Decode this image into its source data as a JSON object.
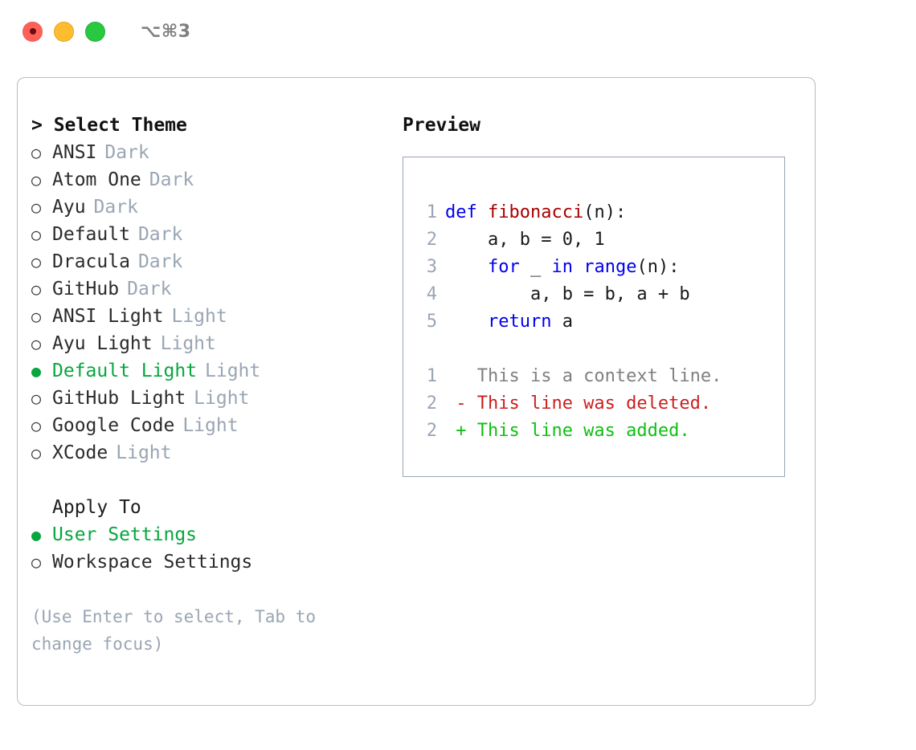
{
  "titlebar": {
    "shortcut": "⌥⌘3",
    "lights": [
      {
        "name": "close",
        "color": "#ff6059"
      },
      {
        "name": "minimize",
        "color": "#febc2e"
      },
      {
        "name": "maximize",
        "color": "#28c840"
      }
    ]
  },
  "theme_panel": {
    "title": "> Select Theme",
    "items": [
      {
        "bullet": "○",
        "label": "ANSI",
        "tag": "Dark",
        "selected": false
      },
      {
        "bullet": "○",
        "label": "Atom One",
        "tag": "Dark",
        "selected": false
      },
      {
        "bullet": "○",
        "label": "Ayu",
        "tag": "Dark",
        "selected": false
      },
      {
        "bullet": "○",
        "label": "Default",
        "tag": "Dark",
        "selected": false
      },
      {
        "bullet": "○",
        "label": "Dracula",
        "tag": "Dark",
        "selected": false
      },
      {
        "bullet": "○",
        "label": "GitHub",
        "tag": "Dark",
        "selected": false
      },
      {
        "bullet": "○",
        "label": "ANSI Light",
        "tag": "Light",
        "selected": false
      },
      {
        "bullet": "○",
        "label": "Ayu Light",
        "tag": "Light",
        "selected": false
      },
      {
        "bullet": "●",
        "label": "Default Light",
        "tag": "Light",
        "selected": true
      },
      {
        "bullet": "○",
        "label": "GitHub Light",
        "tag": "Light",
        "selected": false
      },
      {
        "bullet": "○",
        "label": "Google Code",
        "tag": "Light",
        "selected": false
      },
      {
        "bullet": "○",
        "label": "XCode",
        "tag": "Light",
        "selected": false
      }
    ]
  },
  "apply_to": {
    "title": "Apply To",
    "options": [
      {
        "bullet": "●",
        "label": "User Settings",
        "selected": true
      },
      {
        "bullet": "○",
        "label": "Workspace Settings",
        "selected": false
      }
    ]
  },
  "hint": "(Use Enter to select, Tab to change focus)",
  "preview": {
    "title": "Preview",
    "code_lines": [
      {
        "number": "1",
        "tokens": [
          {
            "text": "def ",
            "type": "kw"
          },
          {
            "text": "fibonacci",
            "type": "fn"
          },
          {
            "text": "(n):",
            "type": "pl"
          }
        ]
      },
      {
        "number": "2",
        "tokens": [
          {
            "text": "    a, b = 0, 1",
            "type": "pl"
          }
        ]
      },
      {
        "number": "3",
        "tokens": [
          {
            "text": "    ",
            "type": "pl"
          },
          {
            "text": "for",
            "type": "kw"
          },
          {
            "text": " _ ",
            "type": "pl"
          },
          {
            "text": "in",
            "type": "kw"
          },
          {
            "text": " ",
            "type": "pl"
          },
          {
            "text": "range",
            "type": "kw"
          },
          {
            "text": "(n):",
            "type": "pl"
          }
        ]
      },
      {
        "number": "4",
        "tokens": [
          {
            "text": "        a, b = b, a + b",
            "type": "pl"
          }
        ]
      },
      {
        "number": "5",
        "tokens": [
          {
            "text": "    ",
            "type": "pl"
          },
          {
            "text": "return",
            "type": "kw"
          },
          {
            "text": " a",
            "type": "pl"
          }
        ]
      }
    ],
    "diff_lines": [
      {
        "number": "1",
        "text": "   This is a context line.",
        "kind": "ctx"
      },
      {
        "number": "2",
        "text": " - This line was deleted.",
        "kind": "del"
      },
      {
        "number": "2",
        "text": " + This line was added.",
        "kind": "add"
      }
    ]
  },
  "colors": {
    "accent_green": "#07a63f",
    "diff_add": "#0ebf12",
    "diff_delete": "#cc1f1f",
    "keyword_blue": "#0000ee",
    "function_red": "#a80000",
    "muted": "#9aa5b4"
  }
}
